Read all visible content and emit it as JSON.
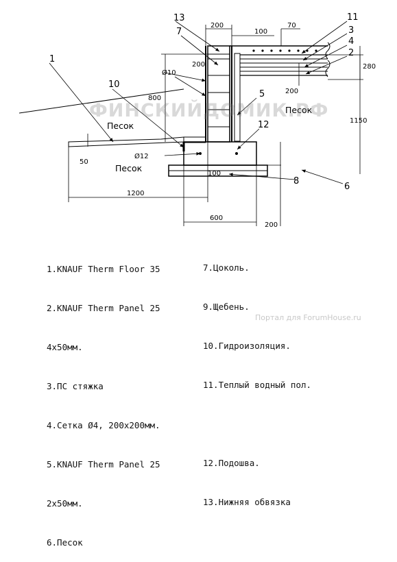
{
  "labels": {
    "callouts": [
      "1",
      "2",
      "3",
      "4",
      "5",
      "6",
      "7",
      "8",
      "10",
      "11",
      "12",
      "13"
    ],
    "dims": {
      "d200_top": "200",
      "d100": "100",
      "d70": "70",
      "d200_left": "200",
      "d280": "280",
      "d200_mid": "200",
      "d800": "800",
      "d1150": "1150",
      "d50": "50",
      "d1200": "1200",
      "d600": "600",
      "d100_footing": "100",
      "d200_bottom": "200",
      "phi10": "Ø10",
      "phi12": "Ø12"
    },
    "sand_left_top": "Песок",
    "sand_left_bottom": "Песок",
    "sand_right": "Песок"
  },
  "legend_left": [
    "1.KNAUF Therm Floor 35",
    "2.KNAUF Therm Panel 25",
    "4x50мм.",
    "3.ПС стяжка",
    "4.Сетка Ø4, 200x200мм.",
    "5.KNAUF Therm Panel 25",
    "2x50мм.",
    "6.Песок"
  ],
  "legend_right": [
    "7.Цоколь.",
    "9.Щебень.",
    "10.Гидроизоляция.",
    "11.Теплый водный пол.",
    "",
    "12.Подошва.",
    "13.Нижняя обвязка"
  ],
  "watermark_center": "ФИНСКИЙДОМИК.РФ",
  "watermark_footer": "Портал для ForumHouse.ru"
}
